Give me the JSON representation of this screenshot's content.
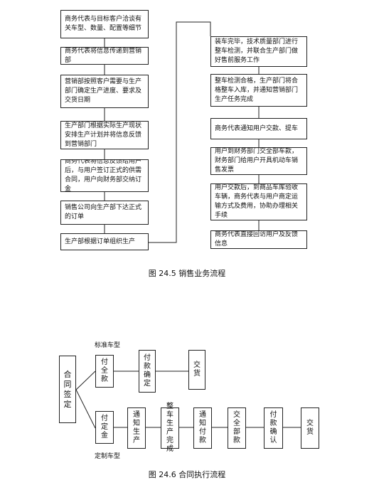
{
  "fig1": {
    "left_steps": [
      "商务代表与目标客户洽谈有关车型、数量、配置等细节",
      "商务代表将信息传递到营销部",
      "营销部按照客户需要与生产部门确定生产进度、要求及交货日期",
      "生产部门根据实际生产现状安排生产计划并将信息反馈到营销部门",
      "商务代表将信息反馈给用户后，与用户签订正式的供需合同，用户向财务部交纳订金",
      "销售公司向生产部下达正式的订单",
      "生产部根据订单组织生产"
    ],
    "right_steps": [
      "装车完毕，技术质量部门进行整车检测，并联合生产部门做好售前服务工作",
      "整车检测合格，生产部门将合格整车入库，并通知营销部门生产任务完成",
      "商务代表通知用户交款、提车",
      "用户到财务部门交全部车款，财务部门给用户开具机动车销售发票",
      "用户交款后，到商品车库验收车辆，商务代表与用户商定运输方式及费用，协助办理相关手续",
      "商务代表直接回访用户及反馈信息"
    ],
    "caption": "图 24.5  销售业务流程"
  },
  "fig2": {
    "root": "合同签定",
    "standard_label": "标准车型",
    "custom_label": "定制车型",
    "standard_steps": [
      "付全款",
      "付款确定",
      "交货"
    ],
    "custom_steps": [
      "付定金",
      "通知生产",
      "整车生产完成",
      "通知付款",
      "交全部款",
      "付款确认",
      "交货"
    ],
    "caption": "图 24.6  合同执行流程"
  }
}
